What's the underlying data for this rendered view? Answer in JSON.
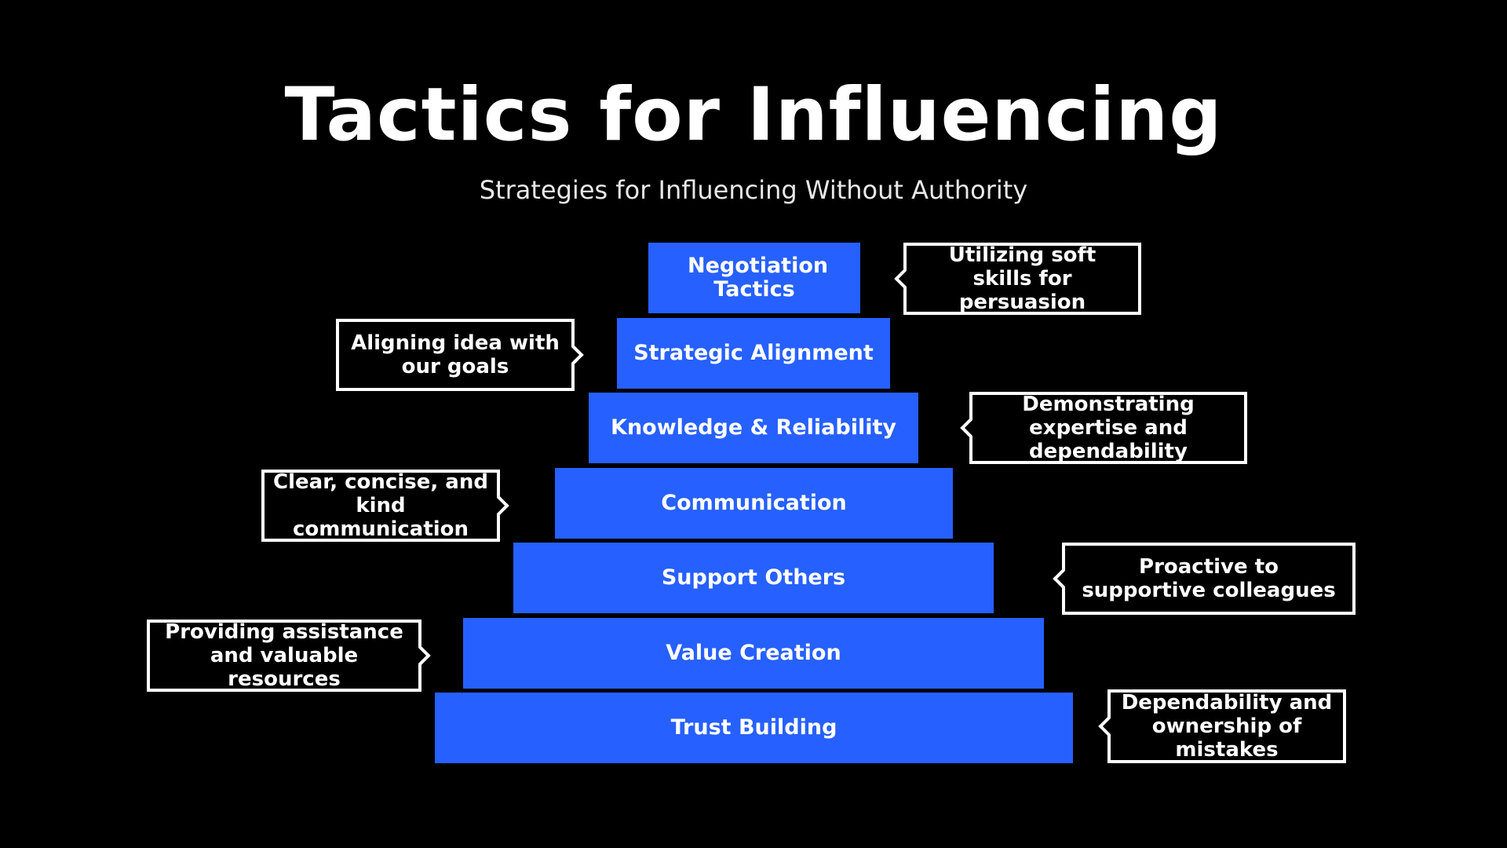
{
  "title": "Tactics for Influencing",
  "subtitle": "Strategies for Influencing Without Authority",
  "colors": {
    "background": "#000000",
    "tier": "#2660ff",
    "text": "#ffffff",
    "callout_border": "#ffffff"
  },
  "pyramid": [
    {
      "label": "Negotiation Tactics",
      "callout": "Utilizing soft skills for persuasion",
      "callout_side": "right"
    },
    {
      "label": "Strategic Alignment",
      "callout": "Aligning idea with our goals",
      "callout_side": "left"
    },
    {
      "label": "Knowledge & Reliability",
      "callout": "Demonstrating expertise and dependability",
      "callout_side": "right"
    },
    {
      "label": "Communication",
      "callout": "Clear, concise, and kind communication",
      "callout_side": "left"
    },
    {
      "label": "Support Others",
      "callout": "Proactive to supportive colleagues",
      "callout_side": "right"
    },
    {
      "label": "Value Creation",
      "callout": "Providing assistance and valuable resources",
      "callout_side": "left"
    },
    {
      "label": "Trust Building",
      "callout": "Dependability and ownership of mistakes",
      "callout_side": "right"
    }
  ]
}
